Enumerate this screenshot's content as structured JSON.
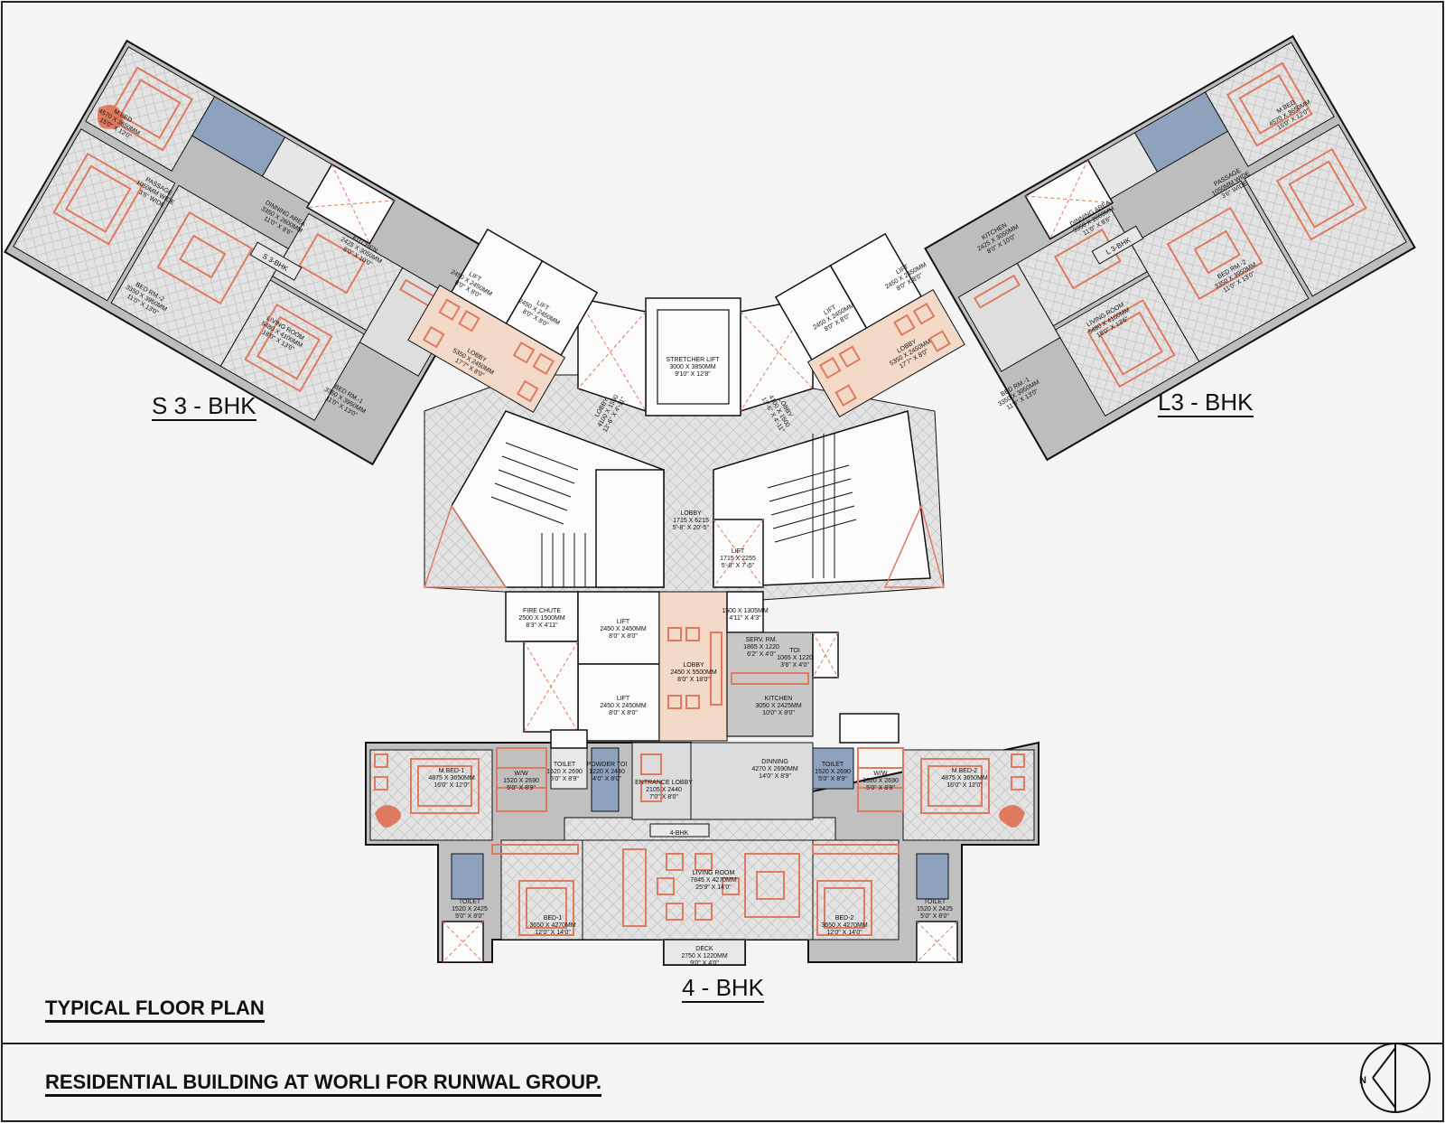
{
  "unit_labels": {
    "s3": "S 3 - BHK",
    "l3": "L3 - BHK",
    "four": "4 - BHK"
  },
  "titles": {
    "plan": "TYPICAL FLOOR PLAN",
    "project": "RESIDENTIAL BUILDING AT WORLI FOR RUNWAL GROUP.",
    "north": "N"
  },
  "tags": {
    "s3": "S 3-BHK",
    "l3": "L 3-BHK",
    "four": "4-BHK"
  },
  "rooms": {
    "stretcher_lift": [
      "STRETCHER LIFT",
      "3000 X 3850MM",
      "9'10\" X 12'8\""
    ],
    "core_lobby": [
      "LOBBY",
      "1715 X 6215",
      "5'-8\" X 20'-5\""
    ],
    "core_lift": [
      "LIFT",
      "1715 X 2255",
      "5'-8\" X 7'-5\""
    ],
    "lobby_l": [
      "LOBBY",
      "4100 X 1500",
      "13'-6\" X 4'-11\""
    ],
    "lobby_r": [
      "LOBBY",
      "4100 X 1500",
      "13'-6\" X 4'-11\""
    ],
    "fire_chute": [
      "FIRE CHUTE",
      "2500 X 1500MM",
      "8'3\" X 4'11\""
    ],
    "lift4_a": [
      "LIFT",
      "2450 X 2450MM",
      "8'0\" X 8'0\""
    ],
    "lift4_b": [
      "LIFT",
      "2450 X 2450MM",
      "8'0\" X 8'0\""
    ],
    "lobby4": [
      "LOBBY",
      "2450 X 5500MM",
      "8'0\" X 18'0\""
    ],
    "shaft4": [
      "1500 X 1305MM",
      "4'11\" X 4'3\""
    ],
    "serv4": [
      "SERV. RM.",
      "1865 X 1220",
      "6'2\" X 4'0\""
    ],
    "toi4": [
      "TOI",
      "1065 X 1220",
      "3'6\" X 4'0\""
    ],
    "kitchen4": [
      "KITCHEN",
      "3050 X 2425MM",
      "10'0\" X 8'0\""
    ],
    "dinning4": [
      "DINNING",
      "4270 X 2690MM",
      "14'0\" X 8'9\""
    ],
    "entrance4": [
      "ENTRANCE LOBBY",
      "2105 X 2440",
      "7'0\" X 8'0\""
    ],
    "powder4": [
      "POWDER TOI",
      "1220 X 2440",
      "4'0\" X 8'0\""
    ],
    "mbed1": [
      "M.BED-1",
      "4875 X 3650MM",
      "16'0\" X 12'0\""
    ],
    "mbed2": [
      "M.BED-2",
      "4875 X 3650MM",
      "16'0\" X 12'0\""
    ],
    "ww4l": [
      "W/W",
      "1520 X 2690",
      "5'0\" X 8'9\""
    ],
    "ww4r": [
      "W/W",
      "1520 X 2690",
      "5'0\" X 8'9\""
    ],
    "toilet4l": [
      "TOILET",
      "1520 X 2690",
      "5'0\" X 8'9\""
    ],
    "toilet4r": [
      "TOILET",
      "1520 X 2690",
      "5'0\" X 8'9\""
    ],
    "living4": [
      "LIVING ROOM",
      "7845 X 4270MM",
      "25'9\" X 14'0\""
    ],
    "bed1": [
      "BED-1",
      "3650 X 4270MM",
      "12'0\" X 14'0\""
    ],
    "bed2": [
      "BED-2",
      "3650 X 4270MM",
      "12'0\" X 14'0\""
    ],
    "toi_b1": [
      "TOILET",
      "1520 X 2425",
      "5'0\" X 8'0\""
    ],
    "toi_b2": [
      "TOILET",
      "1520 X 2425",
      "5'0\" X 8'0\""
    ],
    "deck": [
      "DECK",
      "2750 X 1220MM",
      "9'0\" X 4'0\""
    ],
    "s_mbed": [
      "M.BED",
      "4570 X 3650MM",
      "15'0\" X 12'0\""
    ],
    "s_dining": [
      "DINNING AREA",
      "3350 X 2600MM",
      "11'0\" X 8'6\""
    ],
    "s_kitchen": [
      "KITCHEN",
      "2425 X 3050MM",
      "8'0\" X 10'0\""
    ],
    "s_living": [
      "LIVING ROOM",
      "5480 X 4100MM",
      "18'0\" X 13'6\""
    ],
    "s_bed2": [
      "BED RM.-2",
      "3350 X 3950MM",
      "11'0\" X 13'0\""
    ],
    "s_bed1": [
      "BED RM.-1",
      "3350 X 3950MM",
      "11'0\" X 13'0\""
    ],
    "s_lift1": [
      "LIFT",
      "2450 X 2450MM",
      "8'0\" X 8'0\""
    ],
    "s_lift2": [
      "LIFT",
      "2450 X 2450MM",
      "8'0\" X 8'0\""
    ],
    "s_lobby": [
      "LOBBY",
      "5350 X 2450MM",
      "17'7\" X 8'0\""
    ],
    "s_passage": [
      "PASSAGE",
      "1050MM WIDE",
      "3'6\" WIDE"
    ],
    "l_mbed": [
      "M.BED",
      "4570 X 3650MM",
      "15'0\" X 12'0\""
    ],
    "l_dining": [
      "DINNING AREA",
      "3350 X 2600MM",
      "11'0\" X 8'6\""
    ],
    "l_kitchen": [
      "KITCHEN",
      "2425 X 3050MM",
      "8'0\" X 10'0\""
    ],
    "l_living": [
      "LIVING ROOM",
      "5480 X 4100MM",
      "18'0\" X 13'6\""
    ],
    "l_bed2": [
      "BED RM.-2",
      "3350 X 3950MM",
      "11'0\" X 13'0\""
    ],
    "l_bed1": [
      "BED RM.-1",
      "3350 X 3950MM",
      "11'0\" X 13'0\""
    ],
    "l_lift1": [
      "LIFT",
      "2450 X 2450MM",
      "8'0\" X 8'0\""
    ],
    "l_lift2": [
      "LIFT",
      "2450 X 2450MM",
      "8'0\" X 8'0\""
    ],
    "l_lobby": [
      "LOBBY",
      "5350 X 2450MM",
      "17'7\" X 8'0\""
    ],
    "l_passage": [
      "PASSAGE",
      "1050MM WIDE",
      "3'6\" WIDE"
    ]
  }
}
